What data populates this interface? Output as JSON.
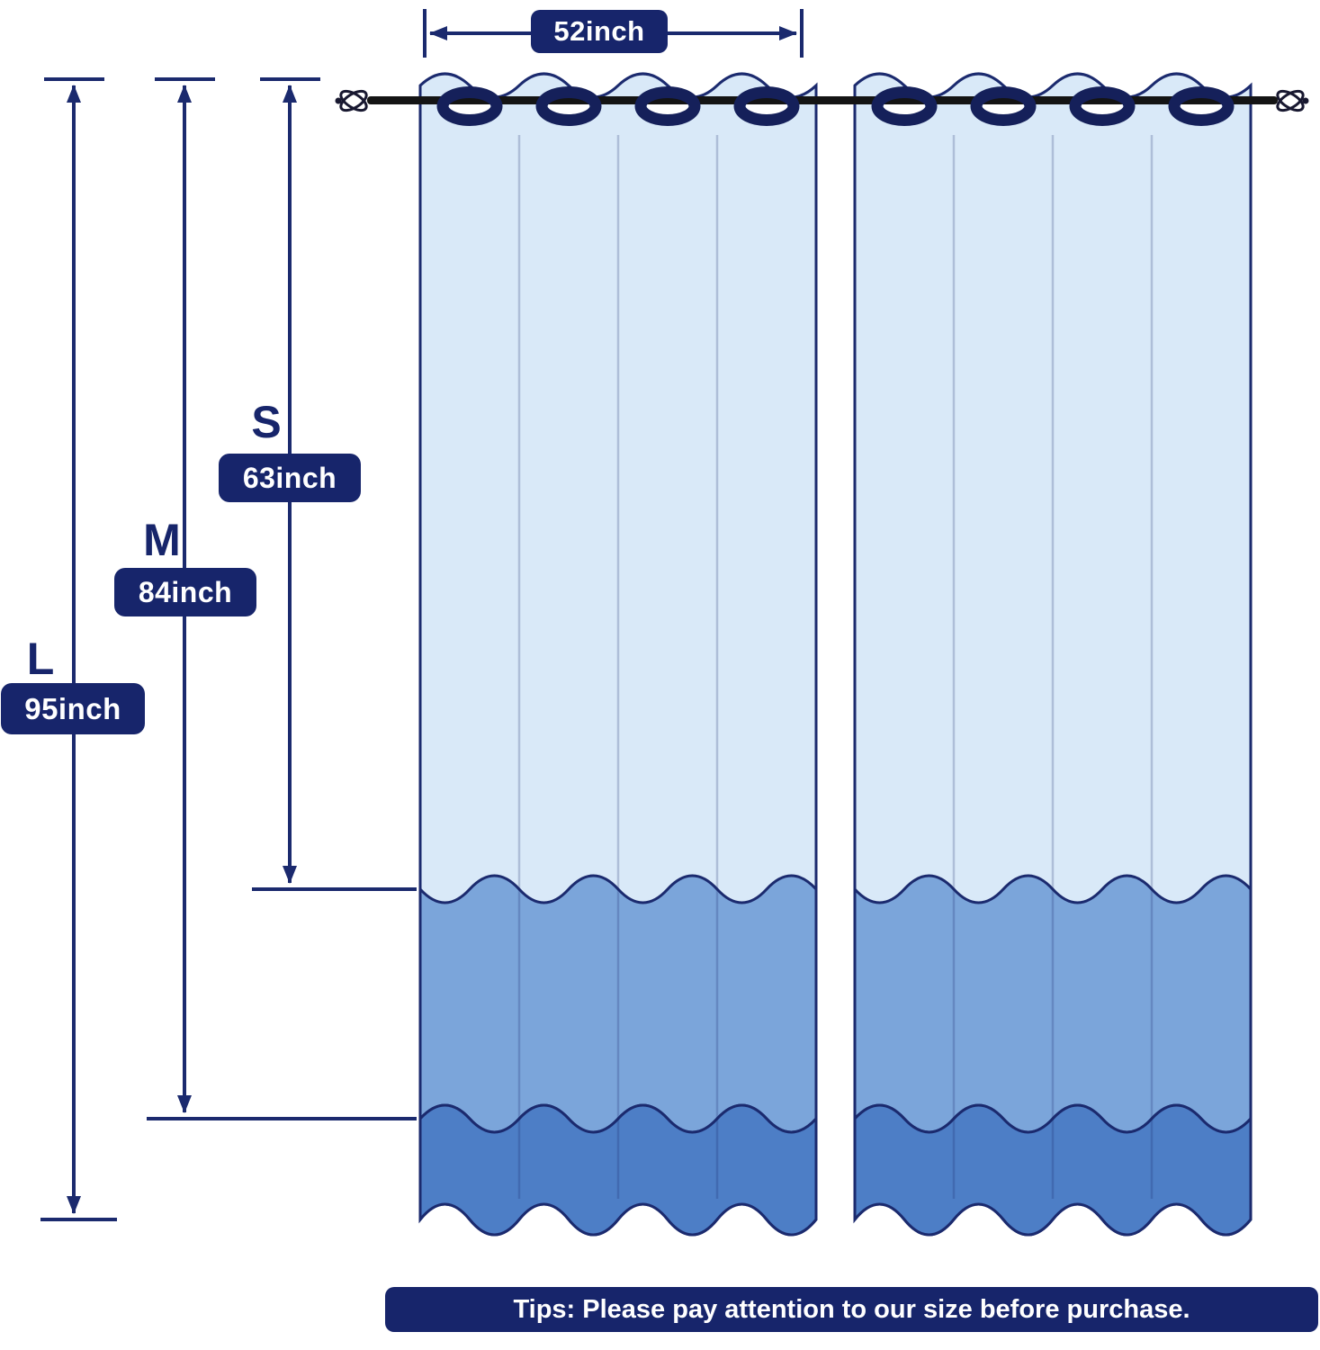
{
  "colors": {
    "navy": "#17256b",
    "arrow_navy": "#1b2a6e",
    "curtain_light": "#d9e9f8",
    "curtain_mid": "#7ba5da",
    "curtain_dark": "#4d7ec6",
    "grommet_navy": "#15205a",
    "rod_black": "#141414",
    "white": "#ffffff"
  },
  "dimensions": {
    "width": {
      "label": "52inch"
    },
    "heights": [
      {
        "size": "S",
        "label": "63inch"
      },
      {
        "size": "M",
        "label": "84inch"
      },
      {
        "size": "L",
        "label": "95inch"
      }
    ]
  },
  "footer": {
    "tip": "Tips: Please pay attention to our size before purchase."
  },
  "diagram": {
    "panels": 2,
    "grommets_per_panel": 4
  }
}
